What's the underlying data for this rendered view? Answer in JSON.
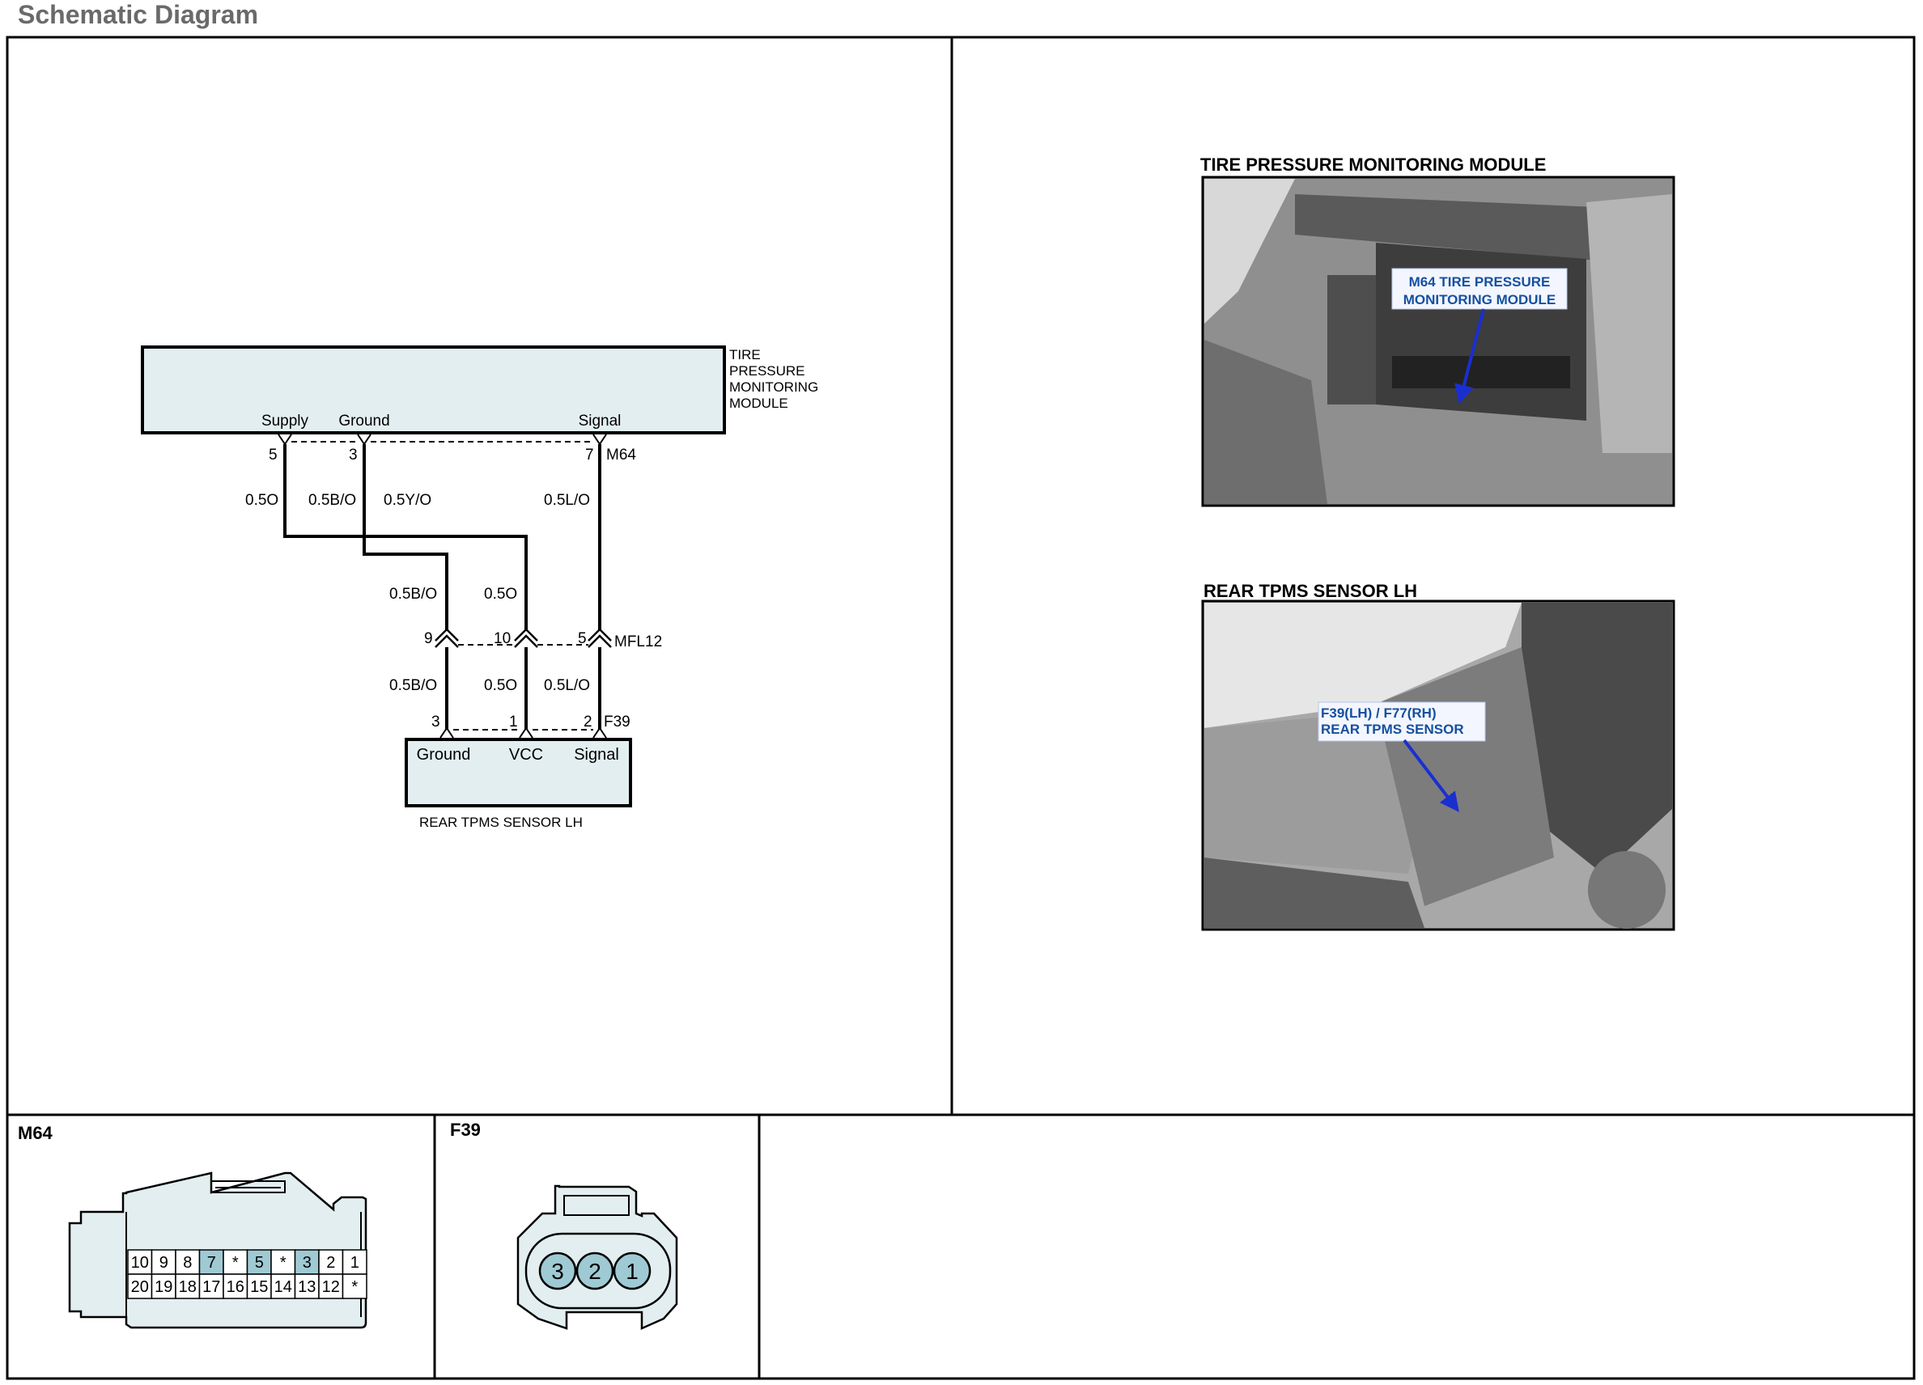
{
  "page": {
    "title": "Schematic Diagram"
  },
  "module": {
    "name_lines": [
      "TIRE",
      "PRESSURE",
      "MONITORING",
      "MODULE"
    ],
    "pin_labels": {
      "supply": "Supply",
      "ground": "Ground",
      "signal": "Signal"
    },
    "connector": "M64",
    "pins": {
      "supply": "5",
      "ground": "3",
      "signal": "7"
    }
  },
  "wires": {
    "upper": {
      "supply": "0.5O",
      "ground": "0.5B/O",
      "jumper": "0.5Y/O",
      "signal": "0.5L/O"
    },
    "mid": {
      "ground": "0.5B/O",
      "vcc": "0.5O"
    },
    "lower": {
      "ground": "0.5B/O",
      "vcc": "0.5O",
      "signal": "0.5L/O"
    }
  },
  "inline_connector": {
    "name": "MFL12",
    "pins": {
      "ground": "9",
      "vcc": "10",
      "signal": "5"
    }
  },
  "sensor": {
    "connector": "F39",
    "pins": {
      "ground": "3",
      "vcc": "1",
      "signal": "2"
    },
    "pin_labels": {
      "ground": "Ground",
      "vcc": "VCC",
      "signal": "Signal"
    },
    "name": "REAR TPMS SENSOR LH"
  },
  "photos": {
    "module": {
      "title": "TIRE PRESSURE MONITORING MODULE",
      "callout_lines": [
        "M64 TIRE PRESSURE",
        "MONITORING MODULE"
      ]
    },
    "sensor": {
      "title": "REAR TPMS SENSOR LH",
      "callout_lines": [
        "F39(LH) / F77(RH)",
        "REAR TPMS SENSOR"
      ]
    }
  },
  "connector_views": {
    "m64": {
      "title": "M64",
      "row1": [
        "10",
        "9",
        "8",
        "7",
        "*",
        "5",
        "*",
        "3",
        "2",
        "1"
      ],
      "row2": [
        "20",
        "19",
        "18",
        "17",
        "16",
        "15",
        "14",
        "13",
        "12",
        "*"
      ],
      "highlighted_row1": [
        "7",
        "5",
        "3"
      ]
    },
    "f39": {
      "title": "F39",
      "pins": [
        "3",
        "2",
        "1"
      ]
    }
  },
  "colors": {
    "box_fill": "#e3eef0",
    "pin_fill": "#9fcad3",
    "callout_text": "#1450a0",
    "arrow": "#1a2fd0",
    "title_gray": "#6a6a6a"
  }
}
